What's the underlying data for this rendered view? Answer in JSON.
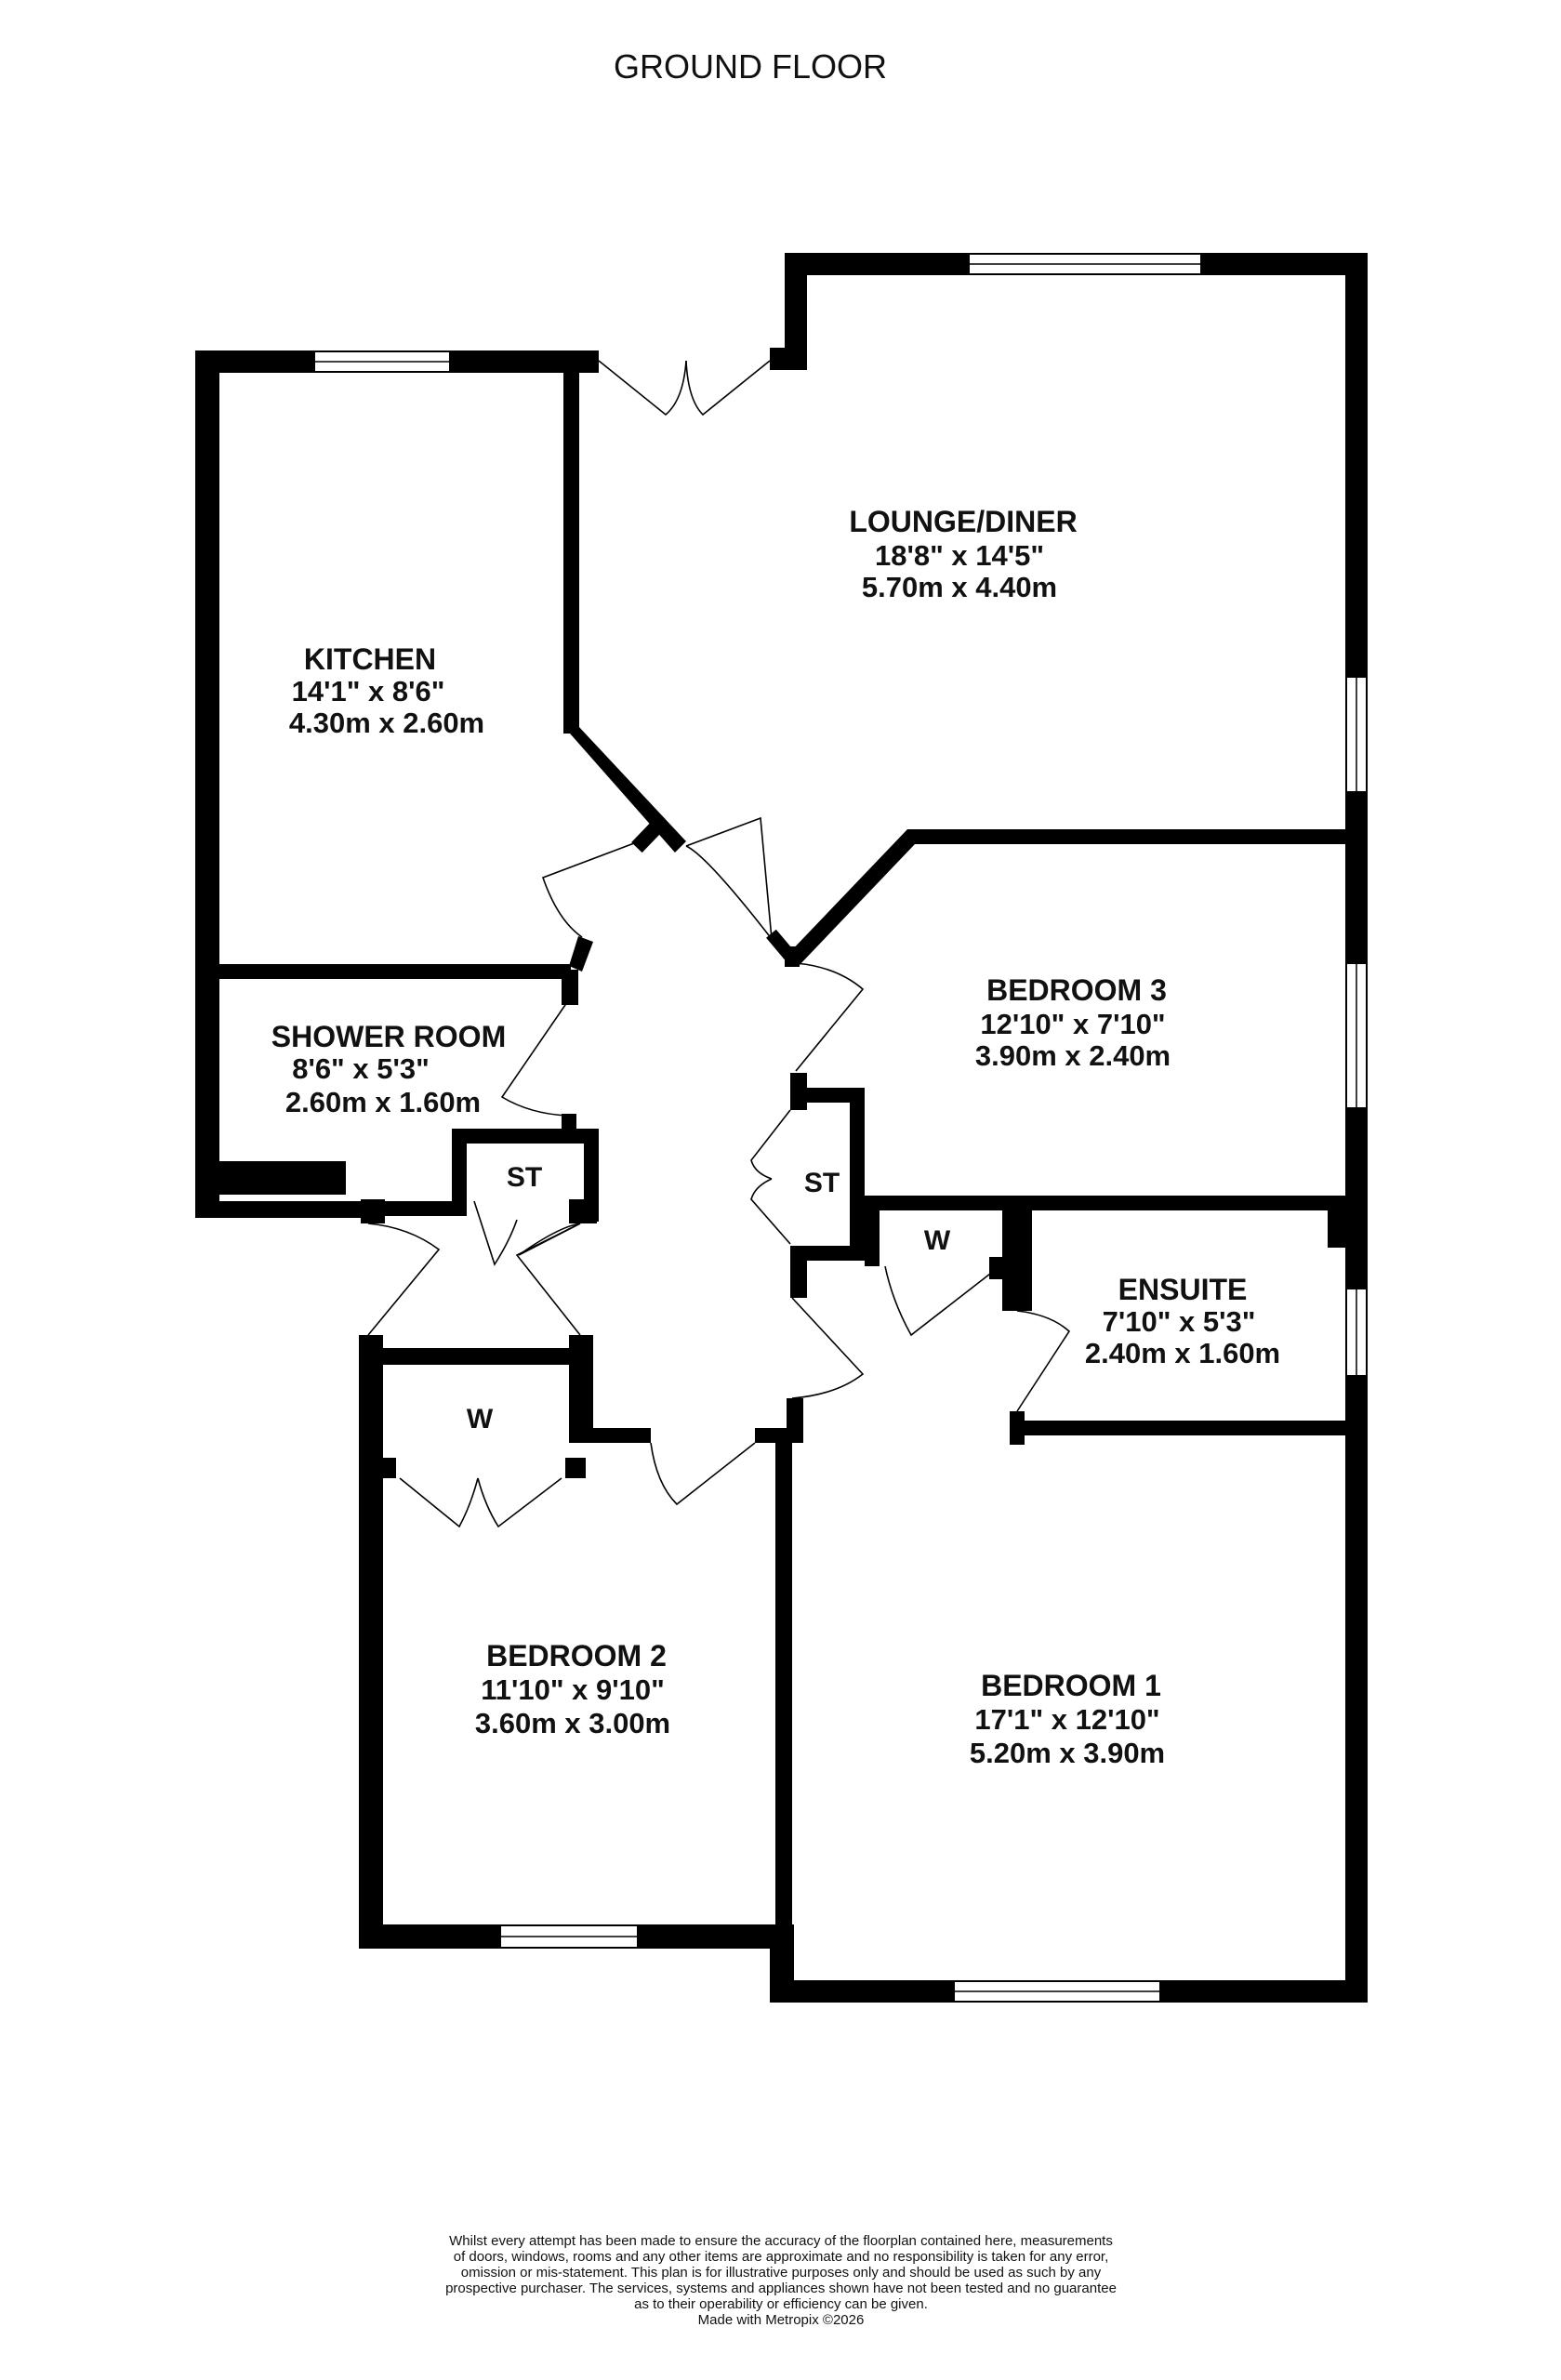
{
  "title": "GROUND FLOOR",
  "rooms": {
    "lounge": {
      "name": "LOUNGE/DINER",
      "imperial": "18'8\"  x 14'5\"",
      "metric": "5.70m  x 4.40m"
    },
    "kitchen": {
      "name": "KITCHEN",
      "imperial": "14'1\"  x 8'6\"",
      "metric": "4.30m  x 2.60m"
    },
    "shower": {
      "name": "SHOWER ROOM",
      "imperial": "8'6\"  x 5'3\"",
      "metric": "2.60m  x 1.60m"
    },
    "bedroom3": {
      "name": "BEDROOM 3",
      "imperial": "12'10\"  x 7'10\"",
      "metric": "3.90m  x 2.40m"
    },
    "ensuite": {
      "name": "ENSUITE",
      "imperial": "7'10\"  x 5'3\"",
      "metric": "2.40m  x 1.60m"
    },
    "bedroom2": {
      "name": "BEDROOM 2",
      "imperial": "11'10\"  x 9'10\"",
      "metric": "3.60m  x 3.00m"
    },
    "bedroom1": {
      "name": "BEDROOM 1",
      "imperial": "17'1\"  x 12'10\"",
      "metric": "5.20m  x 3.90m"
    }
  },
  "labels": {
    "store1": "ST",
    "store2": "ST",
    "wardrobe1": "W",
    "wardrobe2": "W"
  },
  "disclaimer": {
    "line1": "Whilst every attempt has been made to ensure the accuracy of the floorplan contained here, measurements",
    "line2": "of doors, windows, rooms and any other items are approximate and no responsibility is taken for any error,",
    "line3": "omission or mis-statement. This plan is for illustrative purposes only and should be used as such by any",
    "line4": "prospective purchaser. The services, systems and appliances shown have not been tested and no guarantee",
    "line5": "as to their operability or efficiency can be given.",
    "line6": "Made with Metropix ©2026"
  }
}
